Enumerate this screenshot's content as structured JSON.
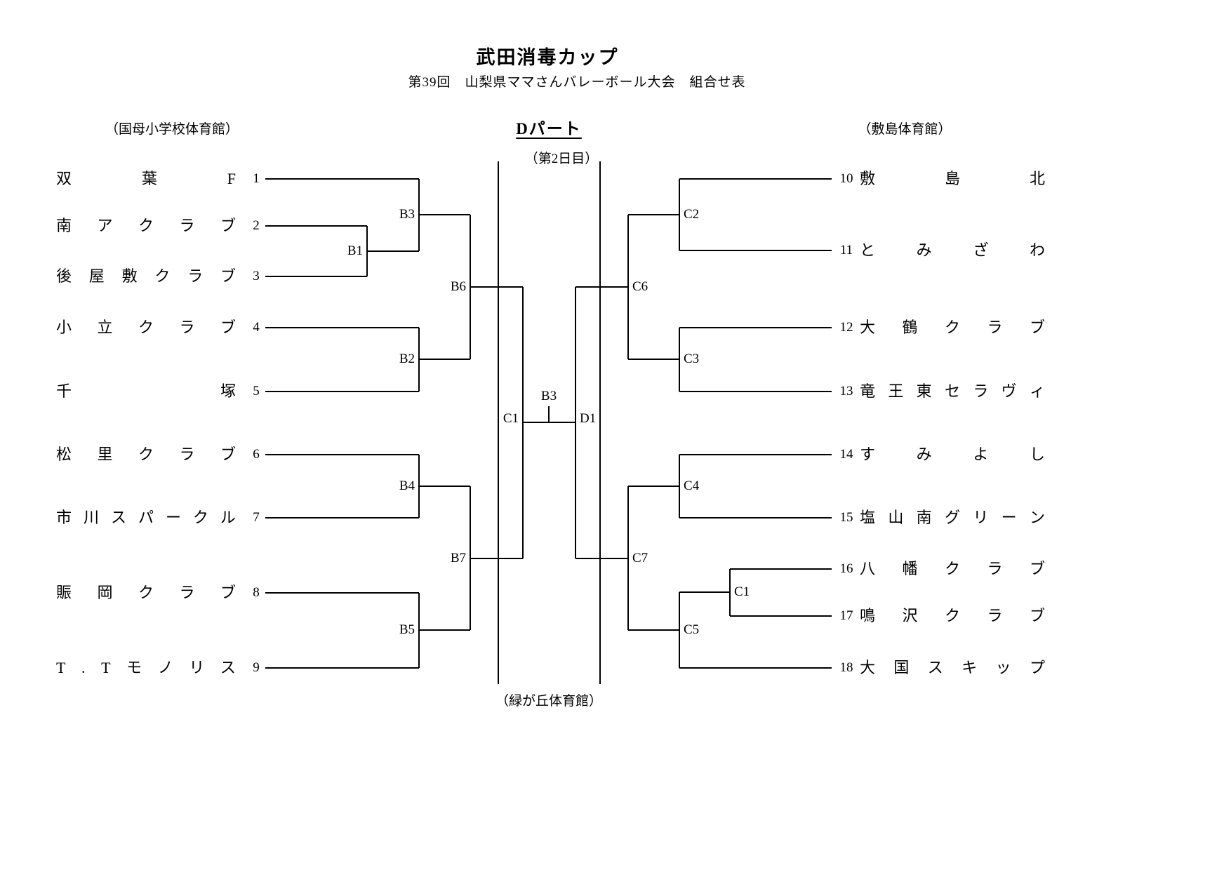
{
  "header": {
    "title": "武田消毒カップ",
    "subtitle": "第39回　山梨県ママさんバレーボール大会　組合せ表"
  },
  "bracket": {
    "part_label": "Dパート",
    "day_label": "（第2日目）"
  },
  "venues": {
    "left": "（国母小学校体育館）",
    "right": "（敷島体育館）",
    "bottom": "（緑が丘体育館）"
  },
  "teams_left": [
    {
      "no": "1",
      "name": "双葉F"
    },
    {
      "no": "2",
      "name": "南アクラブ"
    },
    {
      "no": "3",
      "name": "後屋敷クラブ"
    },
    {
      "no": "4",
      "name": "小立クラブ"
    },
    {
      "no": "5",
      "name": "千塚"
    },
    {
      "no": "6",
      "name": "松里クラブ"
    },
    {
      "no": "7",
      "name": "市川スパークル"
    },
    {
      "no": "8",
      "name": "賑岡クラブ"
    },
    {
      "no": "9",
      "name": "T.Tモノリス"
    }
  ],
  "teams_right": [
    {
      "no": "10",
      "name": "敷島北"
    },
    {
      "no": "11",
      "name": "とみざわ"
    },
    {
      "no": "12",
      "name": "大鶴クラブ"
    },
    {
      "no": "13",
      "name": "竜王東セラヴィ"
    },
    {
      "no": "14",
      "name": "すみよし"
    },
    {
      "no": "15",
      "name": "塩山南グリーン"
    },
    {
      "no": "16",
      "name": "八幡クラブ"
    },
    {
      "no": "17",
      "name": "鳴沢クラブ"
    },
    {
      "no": "18",
      "name": "大国スキップ"
    }
  ],
  "match_labels": {
    "b1": "B1",
    "b2": "B2",
    "b3_left": "B3",
    "b4": "B4",
    "b5": "B5",
    "b6": "B6",
    "b7": "B7",
    "c1_left": "C1",
    "c2": "C2",
    "c3": "C3",
    "c4": "C4",
    "c5": "C5",
    "c1_right": "C1",
    "c6": "C6",
    "c7": "C7",
    "d1": "D1",
    "final": "B3"
  },
  "colors": {
    "line": "#000000",
    "text": "#000000",
    "background": "#ffffff"
  }
}
